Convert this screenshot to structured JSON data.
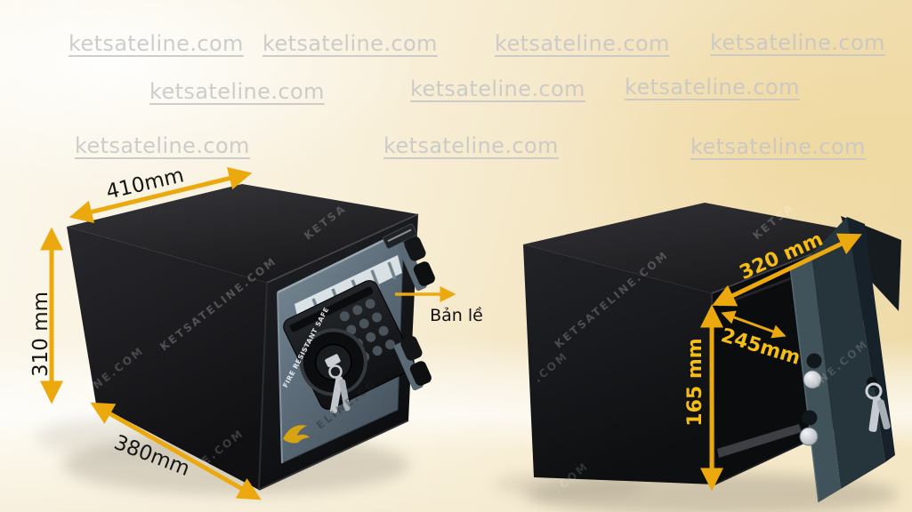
{
  "background": {
    "watermark_text": "ketsateline.com"
  },
  "safe_surface_watermarks": {
    "full": "KETSATELINE.COM",
    "fragments": {
      "ketsa": "KETSA",
      "ine_com": "INE.COM",
      "e_com": "E.COM",
      "eline_co": "ELINE.CO",
      "dot_com": ".COM"
    }
  },
  "left_safe": {
    "description": "closed fireproof safe with electronic keypad and keys",
    "door_text": "FIRE RESISTANT SAFE",
    "dimensions": {
      "top_width": "410mm",
      "height": "310 mm",
      "bottom_width": "380mm"
    },
    "hinge_label": "Bản lề"
  },
  "right_safe": {
    "description": "open safe seen from the back with door swung open",
    "dimensions": {
      "top_width": "320 mm",
      "inner_depth": "245mm",
      "inner_height": "165 mm"
    }
  },
  "colors": {
    "arrow_yellow": "#ECA90E",
    "dimension_text_dark": "#151515",
    "dimension_text_yellow": "#F5BE15",
    "watermark_gray": "#C7C7C7",
    "door_gray_blue": "#5D6E7A",
    "door_teal_dark": "#26343C"
  }
}
